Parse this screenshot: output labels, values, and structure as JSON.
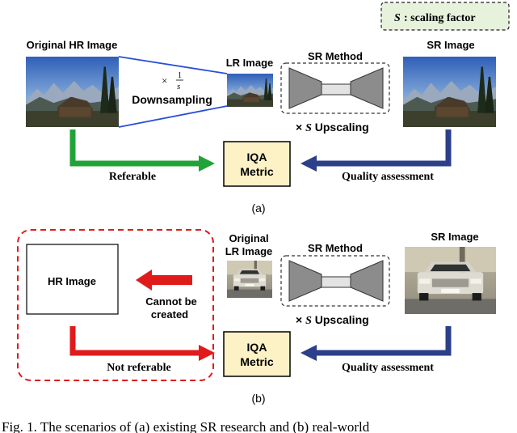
{
  "legend": {
    "symbol": "S",
    "text": ": scaling factor"
  },
  "panel_a": {
    "original_label": "Original HR Image",
    "lr_label": "LR Image",
    "sr_method_label": "SR Method",
    "sr_image_label": "SR Image",
    "scale_times": "×",
    "scale_num": "1",
    "scale_den": "s",
    "downsampling_label": "Downsampling",
    "upscaling_times": "× ",
    "upscaling_symbol": "S",
    "upscaling_label": " Upscaling",
    "iqa_line1": "IQA",
    "iqa_line2": "Metric",
    "referable_label": "Referable",
    "quality_label": "Quality assessment",
    "caption": "(a)"
  },
  "panel_b": {
    "hr_label": "HR Image",
    "cannot_line1": "Cannot be",
    "cannot_line2": "created",
    "original_lr_line1": "Original",
    "original_lr_line2": "LR Image",
    "sr_method_label": "SR Method",
    "sr_image_label": "SR Image",
    "upscaling_times": "× ",
    "upscaling_symbol": "S",
    "upscaling_label": " Upscaling",
    "iqa_line1": "IQA",
    "iqa_line2": "Metric",
    "not_referable_label": "Not referable",
    "quality_label": "Quality assessment",
    "caption": "(b)"
  },
  "figure_caption": "Fig. 1.   The scenarios of (a) existing SR research and (b) real-world",
  "colors": {
    "green": "#22a339",
    "navy": "#2b3f8a",
    "red": "#e01b1b",
    "blue_line": "#2a4fd6",
    "legend_bg": "#e6f2dc",
    "iqa_bg": "#fdf1c6",
    "gray_net": "#8c8c8c"
  }
}
